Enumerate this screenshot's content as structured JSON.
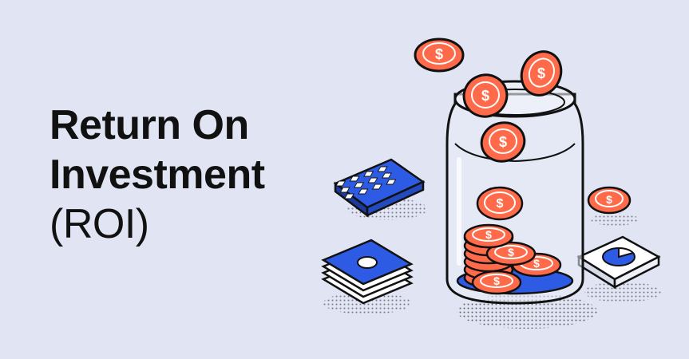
{
  "headline": {
    "line1": "Return On",
    "line2": "Investment",
    "line3": "(ROI)"
  },
  "illustration": {
    "icons": [
      "coin-icon",
      "glass-jar-icon",
      "calculator-icon",
      "banknote-stack-icon",
      "pie-chart-icon"
    ],
    "colors": {
      "background": "#e1e5f3",
      "coin": "#ff6b4a",
      "blue": "#2d5be3",
      "outline": "#111111",
      "white": "#ffffff"
    }
  }
}
